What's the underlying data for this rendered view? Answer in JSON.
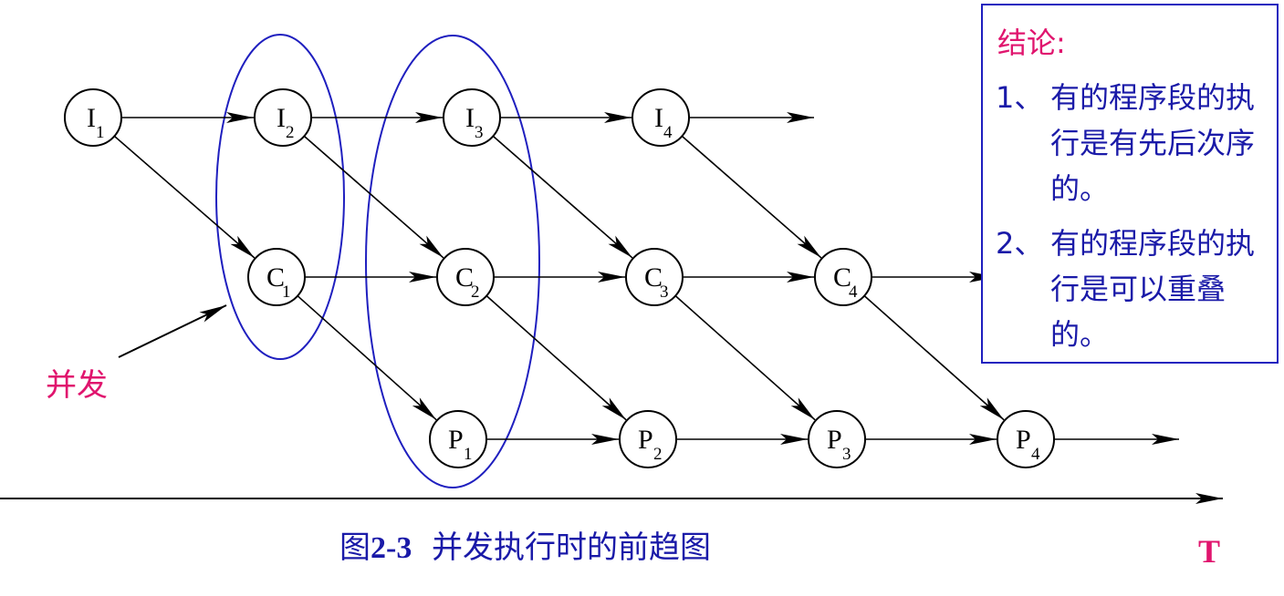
{
  "colors": {
    "accent_pink": "#e0156e",
    "text_blue": "#1a1aa8",
    "ellipse_blue": "#1f1fbf",
    "line": "#000000"
  },
  "nodes": [
    {
      "id": "I1",
      "letter": "I",
      "sub": "1"
    },
    {
      "id": "I2",
      "letter": "I",
      "sub": "2"
    },
    {
      "id": "I3",
      "letter": "I",
      "sub": "3"
    },
    {
      "id": "I4",
      "letter": "I",
      "sub": "4"
    },
    {
      "id": "C1",
      "letter": "C",
      "sub": "1"
    },
    {
      "id": "C2",
      "letter": "C",
      "sub": "2"
    },
    {
      "id": "C3",
      "letter": "C",
      "sub": "3"
    },
    {
      "id": "C4",
      "letter": "C",
      "sub": "4"
    },
    {
      "id": "P1",
      "letter": "P",
      "sub": "1"
    },
    {
      "id": "P2",
      "letter": "P",
      "sub": "2"
    },
    {
      "id": "P3",
      "letter": "P",
      "sub": "3"
    },
    {
      "id": "P4",
      "letter": "P",
      "sub": "4"
    }
  ],
  "edges": [
    [
      "I1",
      "I2"
    ],
    [
      "I2",
      "I3"
    ],
    [
      "I3",
      "I4"
    ],
    [
      "I4",
      "out-i"
    ],
    [
      "C1",
      "C2"
    ],
    [
      "C2",
      "C3"
    ],
    [
      "C3",
      "C4"
    ],
    [
      "C4",
      "out-c"
    ],
    [
      "P1",
      "P2"
    ],
    [
      "P2",
      "P3"
    ],
    [
      "P3",
      "P4"
    ],
    [
      "P4",
      "out-p"
    ],
    [
      "I1",
      "C1"
    ],
    [
      "I2",
      "C2"
    ],
    [
      "I3",
      "C3"
    ],
    [
      "I4",
      "C4"
    ],
    [
      "C1",
      "P1"
    ],
    [
      "C2",
      "P2"
    ],
    [
      "C3",
      "P3"
    ],
    [
      "C4",
      "P4"
    ]
  ],
  "concurrent_label": "并发",
  "conclusion": {
    "title": "结论:",
    "items": [
      {
        "num": "1、",
        "text": "有的程序段的执行是有先后次序的。"
      },
      {
        "num": "2、",
        "text": "有的程序段的执行是可以重叠的。"
      }
    ]
  },
  "caption": {
    "prefix": "图",
    "number": "2-3",
    "title": "并发执行时的前趋图"
  },
  "time_axis_label": "T"
}
